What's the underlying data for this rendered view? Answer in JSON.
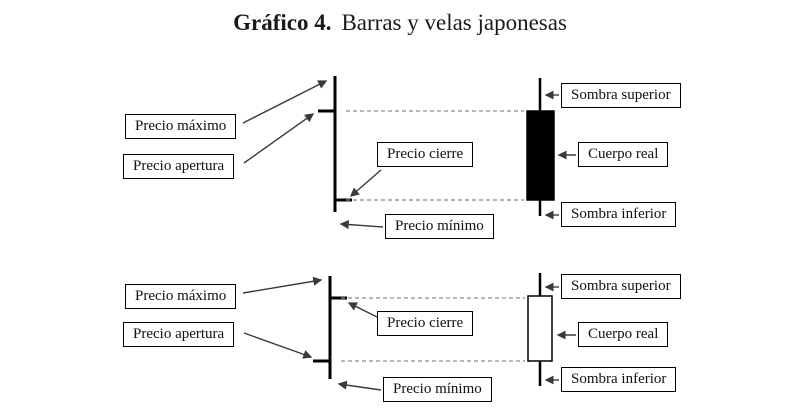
{
  "title": {
    "label_bold": "Gráfico 4.",
    "label_rest": "Barras y velas japonesas"
  },
  "colors": {
    "line": "#000000",
    "arrow": "#3a3a3a",
    "dashed": "#8a8a8a",
    "candle_filled": "#000000",
    "candle_hollow": "#ffffff"
  },
  "top_diagram": {
    "candle_type": "filled",
    "labels": {
      "precio_maximo": "Precio máximo",
      "precio_apertura": "Precio apertura",
      "precio_cierre": "Precio cierre",
      "precio_minimo": "Precio mínimo",
      "sombra_superior": "Sombra superior",
      "cuerpo_real": "Cuerpo real",
      "sombra_inferior": "Sombra inferior"
    }
  },
  "bottom_diagram": {
    "candle_type": "hollow",
    "labels": {
      "precio_maximo": "Precio máximo",
      "precio_apertura": "Precio apertura",
      "precio_cierre": "Precio cierre",
      "precio_minimo": "Precio mínimo",
      "sombra_superior": "Sombra superior",
      "cuerpo_real": "Cuerpo real",
      "sombra_inferior": "Sombra inferior"
    }
  }
}
